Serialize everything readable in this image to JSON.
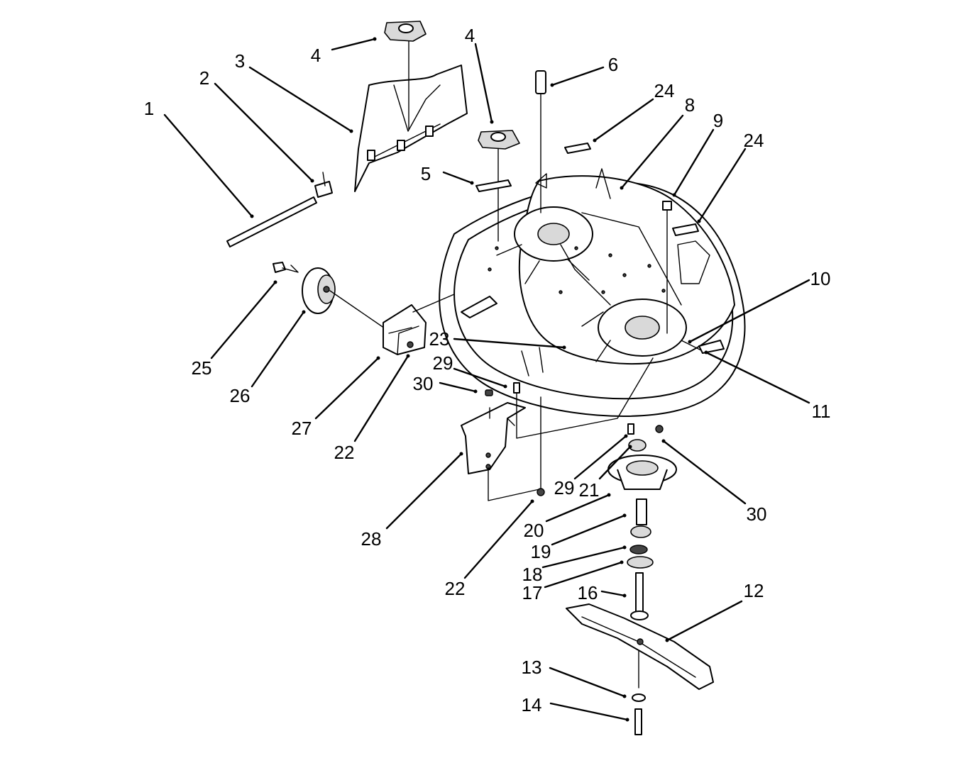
{
  "callouts": [
    {
      "label": "1"
    },
    {
      "label": "2"
    },
    {
      "label": "3"
    },
    {
      "label": "4"
    },
    {
      "label": "4"
    },
    {
      "label": "6"
    },
    {
      "label": "24"
    },
    {
      "label": "8"
    },
    {
      "label": "9"
    },
    {
      "label": "24"
    },
    {
      "label": "5"
    },
    {
      "label": "10"
    },
    {
      "label": "23"
    },
    {
      "label": "25"
    },
    {
      "label": "26"
    },
    {
      "label": "29"
    },
    {
      "label": "30"
    },
    {
      "label": "27"
    },
    {
      "label": "22"
    },
    {
      "label": "11"
    },
    {
      "label": "28"
    },
    {
      "label": "29"
    },
    {
      "label": "21"
    },
    {
      "label": "30"
    },
    {
      "label": "20"
    },
    {
      "label": "19"
    },
    {
      "label": "22"
    },
    {
      "label": "18"
    },
    {
      "label": "17"
    },
    {
      "label": "16"
    },
    {
      "label": "12"
    },
    {
      "label": "13"
    },
    {
      "label": "14"
    }
  ]
}
